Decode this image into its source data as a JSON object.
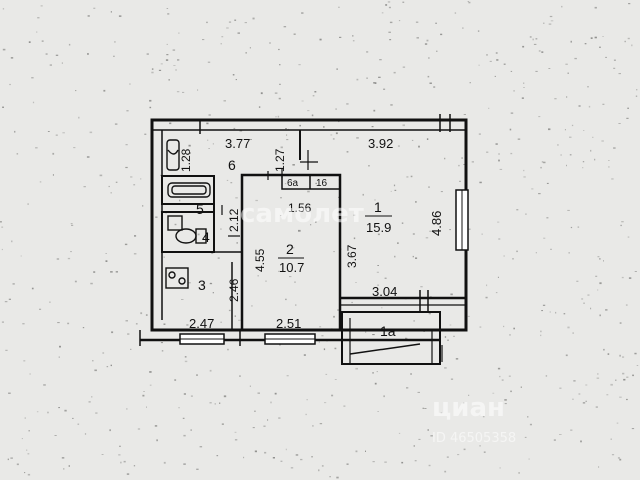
{
  "floor_plan": {
    "rooms": [
      {
        "number": "1",
        "area": "15.9"
      },
      {
        "number": "1a",
        "area": ""
      },
      {
        "number": "2",
        "area": "10.7"
      },
      {
        "number": "3",
        "area": ""
      },
      {
        "number": "4",
        "area": ""
      },
      {
        "number": "5",
        "area": ""
      },
      {
        "number": "6",
        "area": ""
      },
      {
        "number": "6a",
        "area": ""
      },
      {
        "number": "16",
        "area": ""
      }
    ],
    "dimensions": {
      "d_3_77": "3.77",
      "d_1_27": "1.27",
      "d_3_92": "3.92",
      "d_1_28": "1.28",
      "d_4_86": "4.86",
      "d_1_56": "1.56",
      "d_2_12": "2.12",
      "d_4_55": "4.55",
      "d_3_67": "3.67",
      "d_2_46": "2.46",
      "d_3_04": "3.04",
      "d_2_47": "2.47",
      "d_2_51": "2.51"
    }
  },
  "watermarks": {
    "samolet": "самолет",
    "cian": "циан",
    "listing_id": "ID 46505358"
  },
  "colors": {
    "paper": "#e9e9e7",
    "wall": "#111111",
    "window": "#ffffff"
  }
}
